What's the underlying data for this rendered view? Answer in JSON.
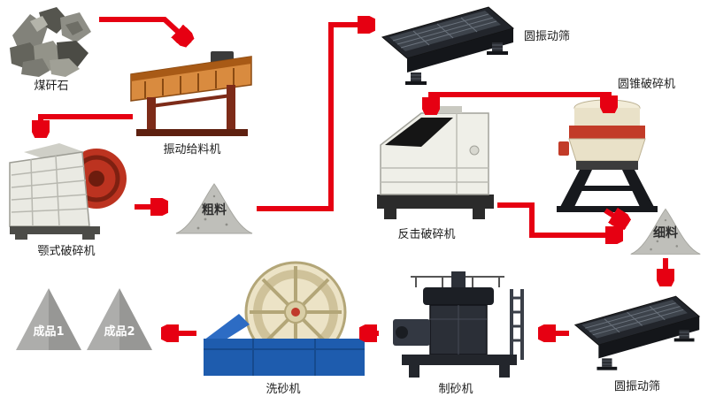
{
  "diagram": {
    "arrow_color": "#e60012",
    "labels": {
      "raw": "煤矸石",
      "feeder": "振动给料机",
      "jaw": "颚式破碎机",
      "coarse": "粗料",
      "screen_top": "圆振动筛",
      "impact": "反击破碎机",
      "cone": "圆锥破碎机",
      "fine": "细料",
      "screen_bottom": "圆振动筛",
      "sand_maker": "制砂机",
      "washer": "洗砂机",
      "product1": "成品1",
      "product2": "成品2"
    }
  }
}
